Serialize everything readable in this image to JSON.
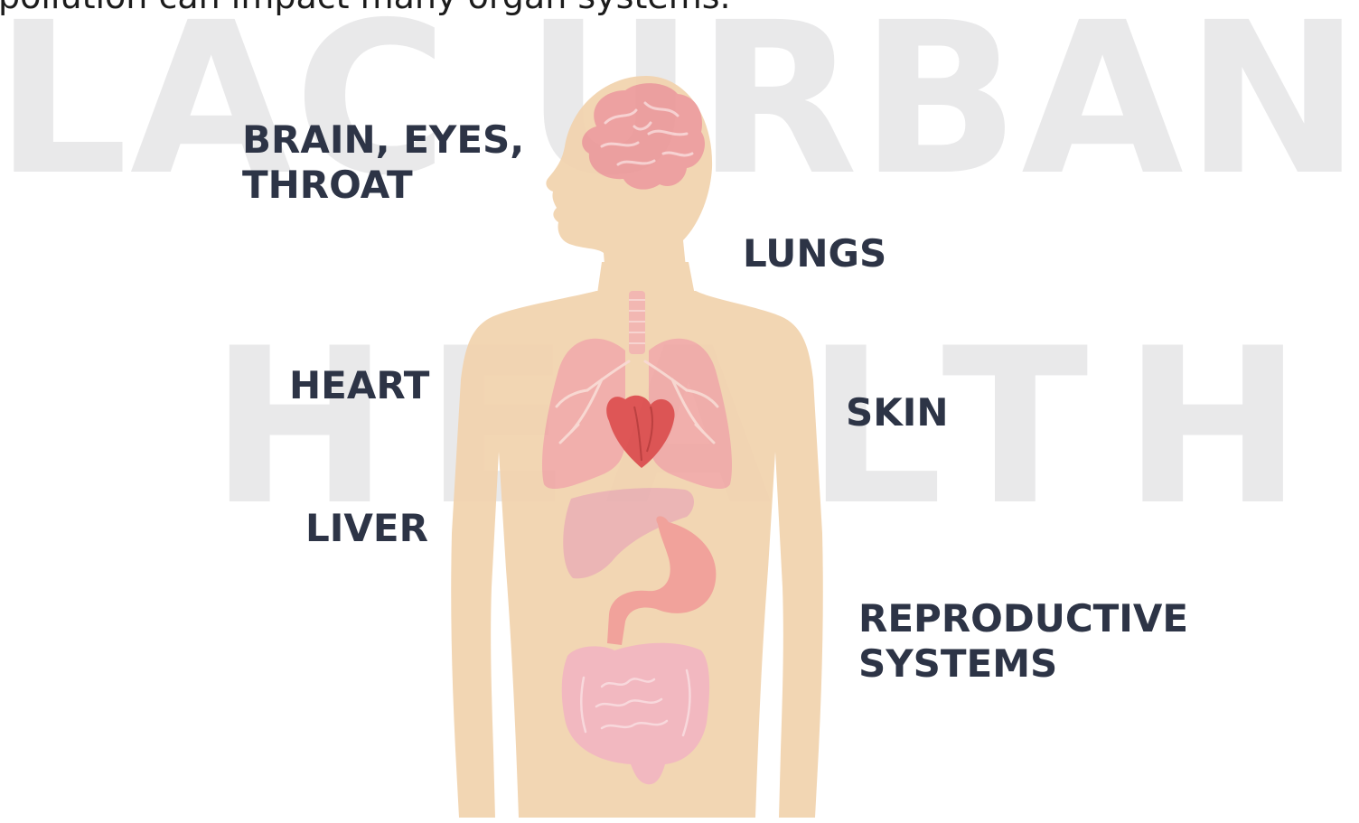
{
  "caption": "pollution can impact many organ systems.",
  "watermark": {
    "line1": "LAC URBAN",
    "line2": "HEALTH"
  },
  "labels": {
    "brain_line1": "BRAIN, EYES,",
    "brain_line2": "THROAT",
    "lungs": "LUNGS",
    "heart": "HEART",
    "skin": "SKIN",
    "liver": "LIVER",
    "repro_line1": "REPRODUCTIVE",
    "repro_line2": "SYSTEMS"
  },
  "colors": {
    "label_text": "#2d3446",
    "watermark": "#e9e9ea",
    "skin": "#f2d3ae",
    "brain": "#ec9a9a",
    "lungs": "#f0a9a6",
    "heart": "#dc4a4a",
    "liver": "#eab0b0",
    "stomach": "#f09c94",
    "intestines": "#f2b3bc"
  },
  "icons": [
    "human-body-figure",
    "brain-icon",
    "lungs-icon",
    "heart-icon",
    "liver-icon",
    "stomach-icon",
    "intestines-icon"
  ]
}
